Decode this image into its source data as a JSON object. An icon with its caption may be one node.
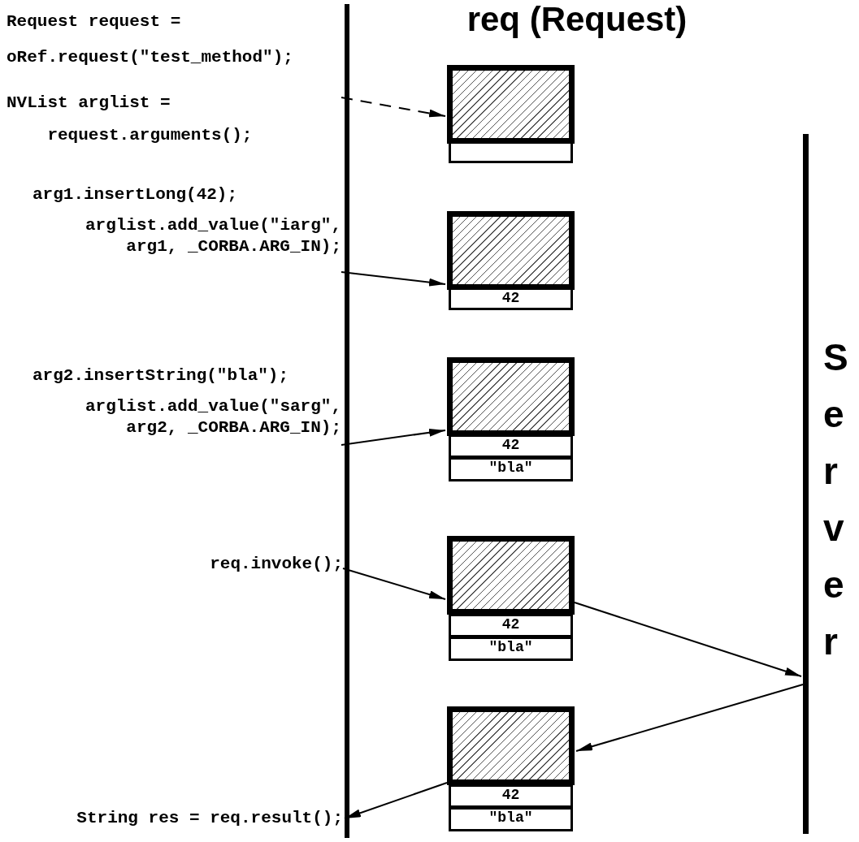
{
  "diagram": {
    "title": "req (Request)",
    "nodes": [
      {
        "text": [
          "Request request = oRef.request(\"test_method\");",
          "NVList arglist = request.arguments();"
        ]
      },
      {
        "text": [],
        "shape": "box"
      },
      {
        "text": [],
        "shape": "box"
      },
      {
        "text": [
          "arg1.insertLong(42);",
          "arglist.add_value(\"iarg\", arg1, _CORBA.ARG_IN);"
        ]
      },
      {
        "text": [],
        "shape": "box"
      },
      {
        "text": [
          "42"
        ]
      },
      {
        "text": [
          "arg2.insertString(\"bla\");",
          "arglist.add_value(\"sarg\", arg2, _CORBA.ARG_IN);"
        ]
      },
      {
        "text": [],
        "shape": "box"
      },
      {
        "text": [
          "42"
        ]
      },
      {
        "text": [
          "\"bla\""
        ]
      },
      {
        "text": [
          "Server"
        ]
      },
      {
        "text": [
          "req.invoke();"
        ]
      },
      {
        "text": [],
        "shape": "box"
      },
      {
        "text": [
          "42"
        ]
      },
      {
        "text": [
          "\"bla\""
        ]
      },
      {
        "text": [],
        "shape": "box"
      },
      {
        "text": [
          "42"
        ]
      },
      {
        "text": [
          "\"bla\""
        ]
      },
      {
        "text": [
          "String res = req.result();"
        ]
      }
    ],
    "edges": [
      {
        "from": 0,
        "to": 1,
        "arrow": "to",
        "style": "dashed"
      },
      {
        "from": 3,
        "to": 4,
        "arrow": "to"
      },
      {
        "from": 6,
        "to": 7,
        "arrow": "to"
      },
      {
        "from": 11,
        "to": 12,
        "arrow": "to"
      },
      {
        "from": 12,
        "to": 10,
        "arrow": "to"
      },
      {
        "from": 10,
        "to": 15,
        "arrow": "to"
      },
      {
        "from": 15,
        "to": 18,
        "arrow": "to"
      }
    ]
  }
}
